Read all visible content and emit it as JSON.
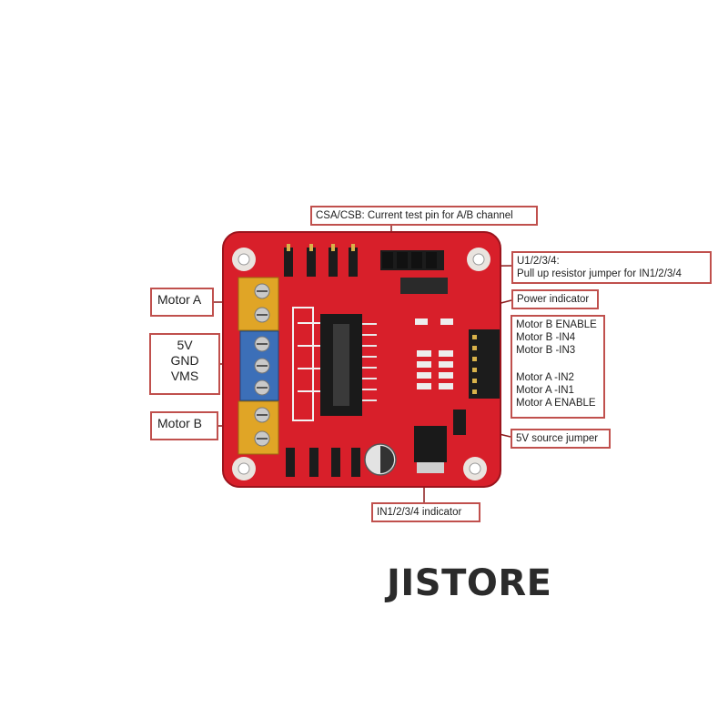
{
  "callouts": {
    "csa_csb": "CSA/CSB: Current test pin for A/B channel",
    "pullup": [
      "U1/2/3/4:",
      "Pull up resistor jumper for IN1/2/3/4"
    ],
    "power_indicator": "Power indicator",
    "motor_a": "Motor A",
    "power_terminal": [
      "5V",
      "GND",
      "VMS"
    ],
    "motor_b": "Motor B",
    "motor_b_pins": [
      "Motor B ENABLE",
      "Motor B -IN4",
      "Motor B -IN3"
    ],
    "motor_a_pins": [
      "Motor A -IN2",
      "Motor A -IN1",
      "Motor A ENABLE"
    ],
    "source_jumper": "5V source jumper",
    "in_indicator": "IN1/2/3/4 indicator"
  },
  "brand": "JISTORE",
  "colors": {
    "pcb": "#d81f2a",
    "callout_border": "#c0504d",
    "terminal_yellow": "#e0a526",
    "terminal_blue": "#3c6fb8"
  }
}
